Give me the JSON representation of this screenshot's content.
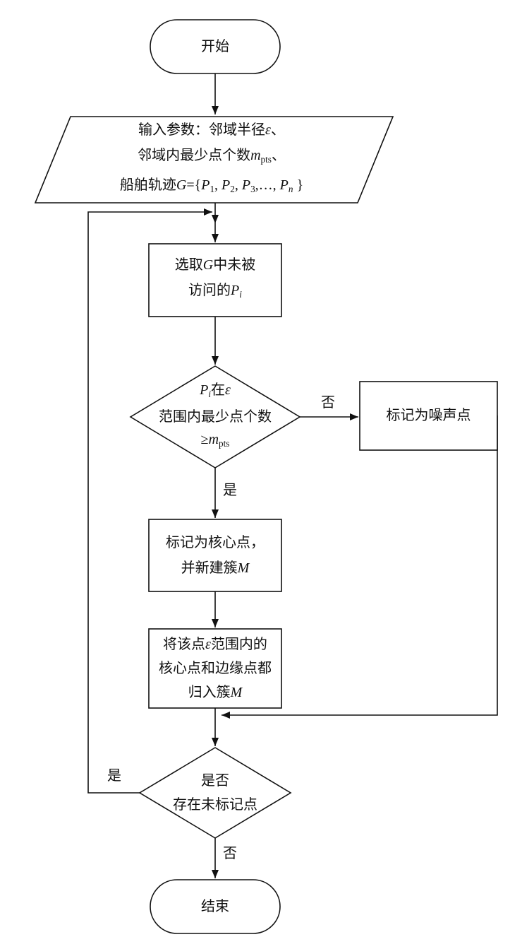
{
  "diagram": {
    "type": "flowchart",
    "background": "#ffffff",
    "stroke_color": "#111111",
    "nodes": {
      "start": {
        "shape": "terminator",
        "label": "开始"
      },
      "input_params": {
        "shape": "parallelogram",
        "lines": [
          [
            {
              "t": "输入参数：邻域半径"
            },
            {
              "t": "ε",
              "i": true
            },
            {
              "t": "、"
            }
          ],
          [
            {
              "t": "邻域内最少点个数"
            },
            {
              "t": "m",
              "i": true
            },
            {
              "t": "pts",
              "s": true
            },
            {
              "t": "、"
            }
          ],
          [
            {
              "t": "船舶轨迹"
            },
            {
              "t": "G",
              "i": true
            },
            {
              "t": "={"
            },
            {
              "t": "P",
              "i": true
            },
            {
              "t": "1",
              "s": true
            },
            {
              "t": ", "
            },
            {
              "t": "P",
              "i": true
            },
            {
              "t": "2",
              "s": true
            },
            {
              "t": ", "
            },
            {
              "t": "P",
              "i": true
            },
            {
              "t": "3",
              "s": true
            },
            {
              "t": ",…, "
            },
            {
              "t": "P",
              "i": true
            },
            {
              "t": "n",
              "i": true,
              "s": true
            },
            {
              "t": " }"
            }
          ]
        ]
      },
      "select_point": {
        "shape": "process",
        "lines": [
          [
            {
              "t": "选取"
            },
            {
              "t": "G",
              "i": true
            },
            {
              "t": "中未被"
            }
          ],
          [
            {
              "t": "访问的"
            },
            {
              "t": "P",
              "i": true
            },
            {
              "t": "i",
              "i": true,
              "s": true
            }
          ]
        ]
      },
      "min_points_decision": {
        "shape": "decision",
        "lines": [
          [
            {
              "t": "P",
              "i": true
            },
            {
              "t": "i",
              "i": true,
              "s": true
            },
            {
              "t": "在"
            },
            {
              "t": "ε",
              "i": true
            }
          ],
          [
            {
              "t": "范围内最少点个数"
            }
          ],
          [
            {
              "t": "≥"
            },
            {
              "t": "m",
              "i": true
            },
            {
              "t": "pts",
              "s": true
            }
          ]
        ]
      },
      "mark_noise": {
        "shape": "process",
        "lines": [
          [
            {
              "t": "标记为噪声点"
            }
          ]
        ]
      },
      "mark_core": {
        "shape": "process",
        "lines": [
          [
            {
              "t": "标记为核心点，"
            }
          ],
          [
            {
              "t": "并新建簇"
            },
            {
              "t": "M",
              "i": true
            }
          ]
        ]
      },
      "assign_cluster": {
        "shape": "process",
        "lines": [
          [
            {
              "t": "将该点"
            },
            {
              "t": "ε",
              "i": true
            },
            {
              "t": "范围内的"
            }
          ],
          [
            {
              "t": "核心点和边缘点都"
            }
          ],
          [
            {
              "t": "归入簇"
            },
            {
              "t": "M",
              "i": true
            }
          ]
        ]
      },
      "unmarked_decision": {
        "shape": "decision",
        "lines": [
          [
            {
              "t": "是否"
            }
          ],
          [
            {
              "t": "存在未标记点"
            }
          ]
        ]
      },
      "end": {
        "shape": "terminator",
        "label": "结束"
      }
    },
    "edge_labels": {
      "decision1_no": "否",
      "decision1_yes": "是",
      "decision2_yes": "是",
      "decision2_no": "否"
    }
  }
}
